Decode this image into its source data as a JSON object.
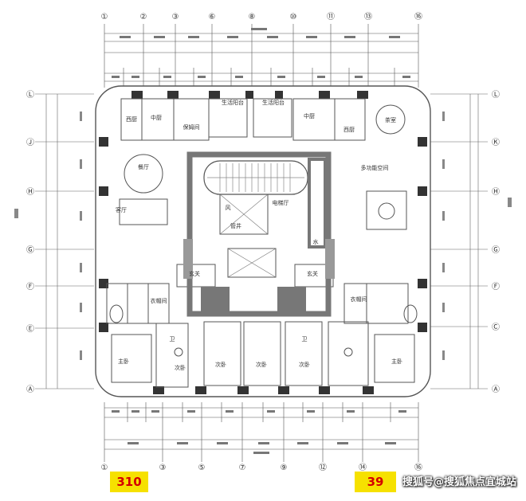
{
  "plan": {
    "top_axes": [
      "①",
      "②",
      "③",
      "⑥",
      "⑧",
      "⑩",
      "⑪",
      "⑬",
      "⑯"
    ],
    "bottom_axes": [
      "①",
      "③",
      "⑤",
      "⑦",
      "⑨",
      "⑫",
      "⑭",
      "⑯"
    ],
    "left_axes": [
      "Ⓛ",
      "Ⓙ",
      "Ⓗ",
      "Ⓖ",
      "Ⓕ",
      "Ⓔ",
      "Ⓐ"
    ],
    "right_axes": [
      "Ⓛ",
      "Ⓚ",
      "Ⓗ",
      "Ⓖ",
      "Ⓕ",
      "Ⓒ",
      "Ⓐ"
    ],
    "rooms": {
      "balcony_left": "生活阳台",
      "balcony_right": "生活阳台",
      "kitchen_left": "中厨",
      "kitchen_right": "中厨",
      "western_kitchen_left": "西厨",
      "western_kitchen_right": "西厨",
      "nanny_room": "保姆间",
      "dining": "餐厅",
      "living": "客厅",
      "multi_function": "多功能空间",
      "tea_room": "茶室",
      "wind": "风",
      "elevator_hall": "电梯厅",
      "pipe_well": "管井",
      "water_well": "水",
      "foyer_left": "玄关",
      "foyer_right": "玄关",
      "cloak_left": "衣帽间",
      "cloak_right": "衣帽间",
      "master_bed": "主卧",
      "master_bed_right": "主卧",
      "second_bed_a": "次卧",
      "second_bed_b": "次卧",
      "second_bed_c": "次卧",
      "second_bed_d": "次卧",
      "toilet_a": "卫",
      "toilet_b": "卫"
    },
    "tags": {
      "left": "310",
      "right": "39"
    },
    "watermark": "搜狐号@搜狐焦点宜城站"
  }
}
